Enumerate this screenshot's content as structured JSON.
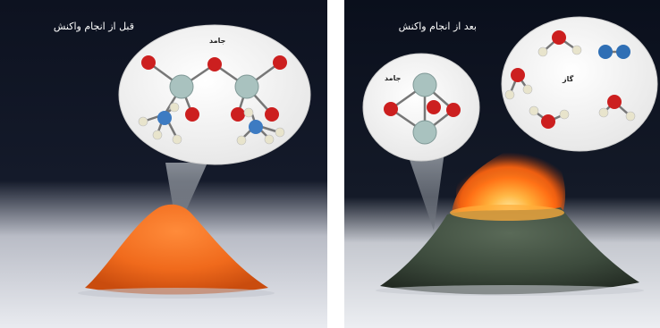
{
  "left_panel": {
    "caption": "قبل از انجام واکنش",
    "bubble_label": "جامد"
  },
  "right_panel": {
    "caption": "بعد از انجام واکنش",
    "solid_bubble_label": "جامد",
    "gas_bubble_label": "گاز"
  },
  "colors": {
    "oxygen": "#cc1f1f",
    "chromium": "#a9c2bf",
    "nitrogen": "#3d7bc2",
    "hydrogen": "#e8e4cc",
    "dichromate_powder": "#f06a1c",
    "chromium_oxide_powder": "#3c4a3c",
    "flame": "#ff8a1e"
  }
}
